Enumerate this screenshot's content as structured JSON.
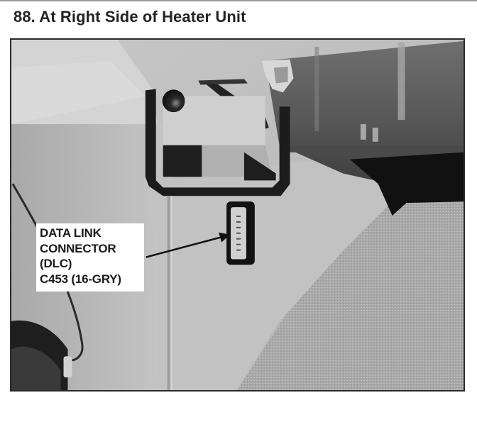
{
  "document": {
    "figure_title": "88. At Right Side of Heater Unit"
  },
  "photo": {
    "description": "Grayscale photo of the underside of a dashboard at the right side of the heater unit showing the data link connector mounted on a panel",
    "icon": "photo-image"
  },
  "callout": {
    "lines": [
      "DATA LINK",
      "CONNECTOR",
      "(DLC)",
      "C453 (16-GRY)"
    ],
    "arrow_target": "data-link-connector"
  },
  "colors": {
    "title_text": "#232323",
    "frame_border": "#2a2a2a",
    "label_background": "#ffffff",
    "label_text": "#1a1a1a"
  }
}
